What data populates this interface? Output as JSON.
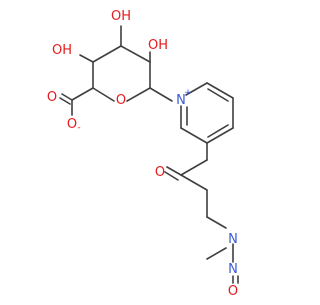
{
  "molecule": {
    "atoms": {
      "oh_left": "OH",
      "oh_top": "OH",
      "oh_right": "OH",
      "carboxyl_o_top": "O",
      "carboxyl_o_minus": "O",
      "carboxyl_charge": "-",
      "ring_o": "O",
      "pyridinium_n": "N",
      "pyridinium_charge": "+",
      "ketone_o": "O",
      "amine_n": "N",
      "nitroso_n": "N",
      "nitroso_o": "O"
    },
    "colors": {
      "bond": "#3f3f3f",
      "oxygen": "#e41a1c",
      "nitrogen": "#3a5bd9"
    }
  }
}
